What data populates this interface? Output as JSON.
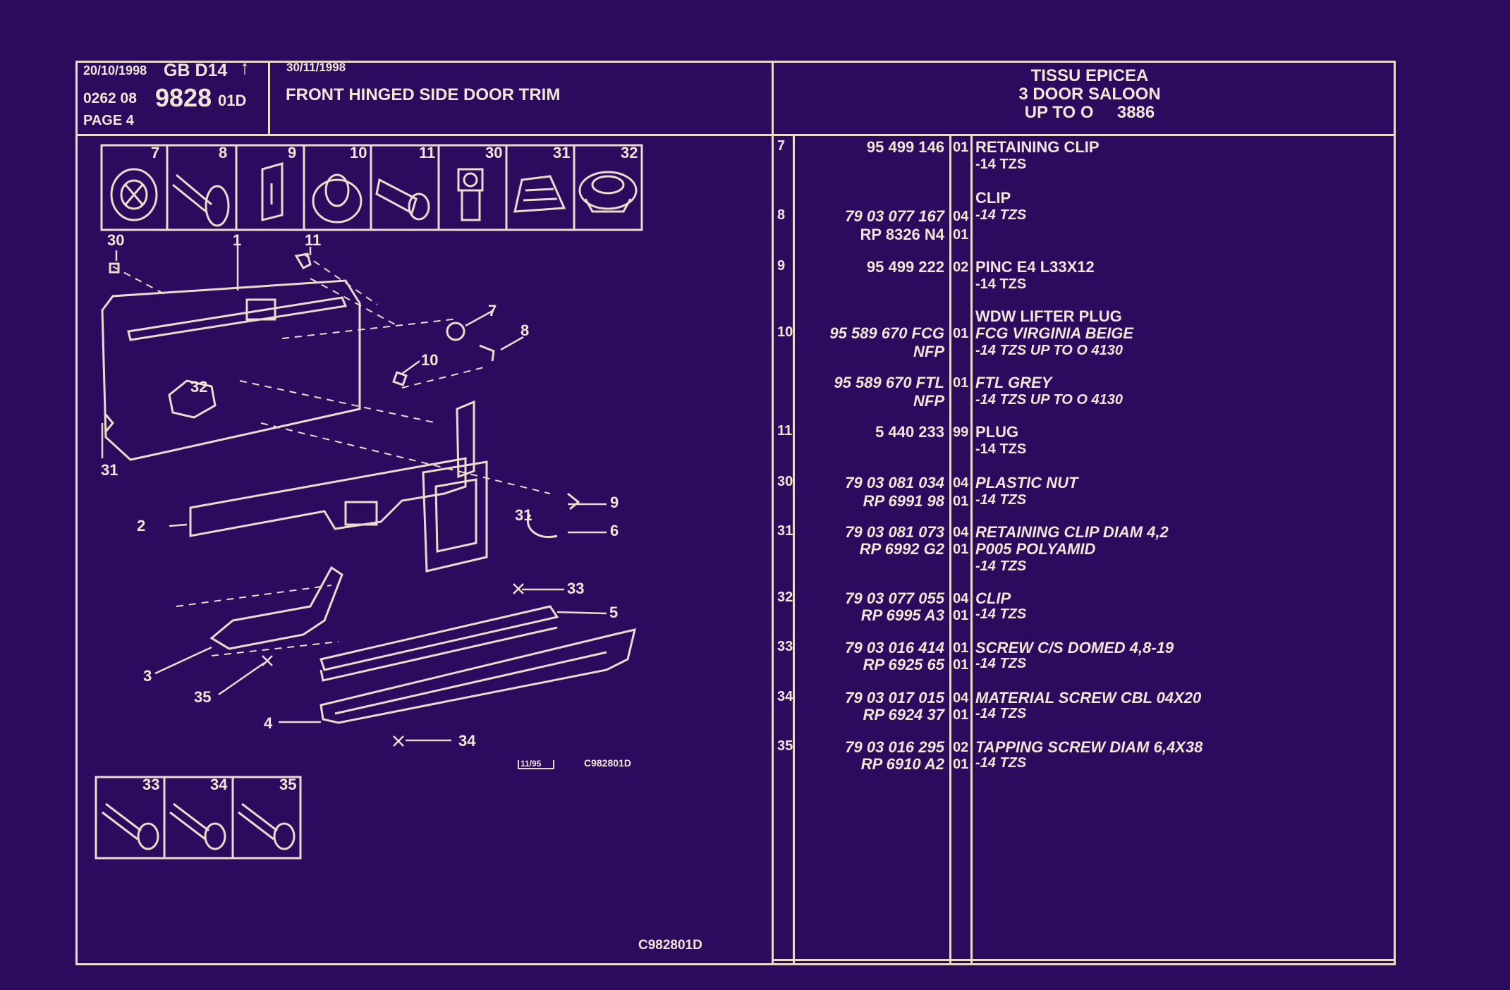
{
  "header": {
    "left_date": "20/10/1998",
    "left_region": "GB D14",
    "arrow_glyph": "↑",
    "left_code_prefix": "0262 08",
    "left_code_big": "9828",
    "left_code_suffix": "01D",
    "page_label": "PAGE 4",
    "title_date": "30/11/1998",
    "title": "FRONT HINGED SIDE DOOR TRIM",
    "right_line1": "TISSU EPICEA",
    "right_line2": "3 DOOR SALOON",
    "right_line3": "UP TO O     3886"
  },
  "diagram": {
    "top_icon_numbers": [
      "7",
      "8",
      "9",
      "10",
      "11",
      "30",
      "31",
      "32"
    ],
    "bottom_icon_numbers": [
      "33",
      "34",
      "35"
    ],
    "callouts": [
      "30",
      "1",
      "11",
      "7",
      "8",
      "10",
      "32",
      "31",
      "2",
      "9",
      "31",
      "6",
      "33",
      "5",
      "3",
      "35",
      "4",
      "34"
    ],
    "stamp_date": "11/95",
    "stamp_code": "C982801D",
    "footer_code": "C982801D"
  },
  "parts": [
    {
      "num": "7",
      "part": "95 499 146",
      "qty": "01",
      "desc": "RETAINING CLIP",
      "sub": "-14 TZS"
    },
    {
      "num": "",
      "part": "",
      "qty": "",
      "desc": "CLIP",
      "sub": ""
    },
    {
      "num": "8",
      "part": "79 03 077 167",
      "qty": "04",
      "desc": "",
      "sub": "-14 TZS"
    },
    {
      "num": "",
      "part": "RP 8326 N4",
      "qty": "01",
      "desc": "",
      "sub": ""
    },
    {
      "num": "9",
      "part": "95 499 222",
      "qty": "02",
      "desc": "PINC E4 L33X12",
      "sub": "-14 TZS"
    },
    {
      "num": "",
      "part": "",
      "qty": "",
      "desc": "WDW LIFTER PLUG",
      "sub": ""
    },
    {
      "num": "10",
      "part": "95 589 670 FCG",
      "qty": "01",
      "desc": "FCG VIRGINIA BEIGE",
      "sub": ""
    },
    {
      "num": "",
      "part": "NFP",
      "qty": "",
      "desc": "",
      "sub": "-14 TZS UP TO O 4130"
    },
    {
      "num": "",
      "part": "95 589 670 FTL",
      "qty": "01",
      "desc": "FTL GREY",
      "sub": ""
    },
    {
      "num": "",
      "part": "NFP",
      "qty": "",
      "desc": "",
      "sub": "-14 TZS UP TO O 4130"
    },
    {
      "num": "11",
      "part": "5 440 233",
      "qty": "99",
      "desc": "PLUG",
      "sub": "-14 TZS"
    },
    {
      "num": "30",
      "part": "79 03 081 034",
      "qty": "04",
      "desc": "PLASTIC NUT",
      "sub": ""
    },
    {
      "num": "",
      "part": "RP 6991 98",
      "qty": "01",
      "desc": "",
      "sub": "-14 TZS"
    },
    {
      "num": "31",
      "part": "79 03 081 073",
      "qty": "04",
      "desc": "RETAINING CLIP DIAM 4,2",
      "sub": ""
    },
    {
      "num": "",
      "part": "RP 6992 G2",
      "qty": "01",
      "desc": "P005 POLYAMID",
      "sub": "-14 TZS"
    },
    {
      "num": "32",
      "part": "79 03 077 055",
      "qty": "04",
      "desc": "CLIP",
      "sub": ""
    },
    {
      "num": "",
      "part": "RP 6995 A3",
      "qty": "01",
      "desc": "",
      "sub": "-14 TZS"
    },
    {
      "num": "33",
      "part": "79 03 016 414",
      "qty": "01",
      "desc": "SCREW C/S DOMED 4,8-19",
      "sub": ""
    },
    {
      "num": "",
      "part": "RP 6925 65",
      "qty": "01",
      "desc": "",
      "sub": "-14 TZS"
    },
    {
      "num": "34",
      "part": "79 03 017 015",
      "qty": "04",
      "desc": "MATERIAL SCREW CBL 04X20",
      "sub": ""
    },
    {
      "num": "",
      "part": "RP 6924 37",
      "qty": "01",
      "desc": "",
      "sub": "-14 TZS"
    },
    {
      "num": "35",
      "part": "79 03 016 295",
      "qty": "02",
      "desc": "TAPPING SCREW DIAM 6,4X38",
      "sub": ""
    },
    {
      "num": "",
      "part": "RP 6910 A2",
      "qty": "01",
      "desc": "",
      "sub": "-14 TZS"
    }
  ]
}
